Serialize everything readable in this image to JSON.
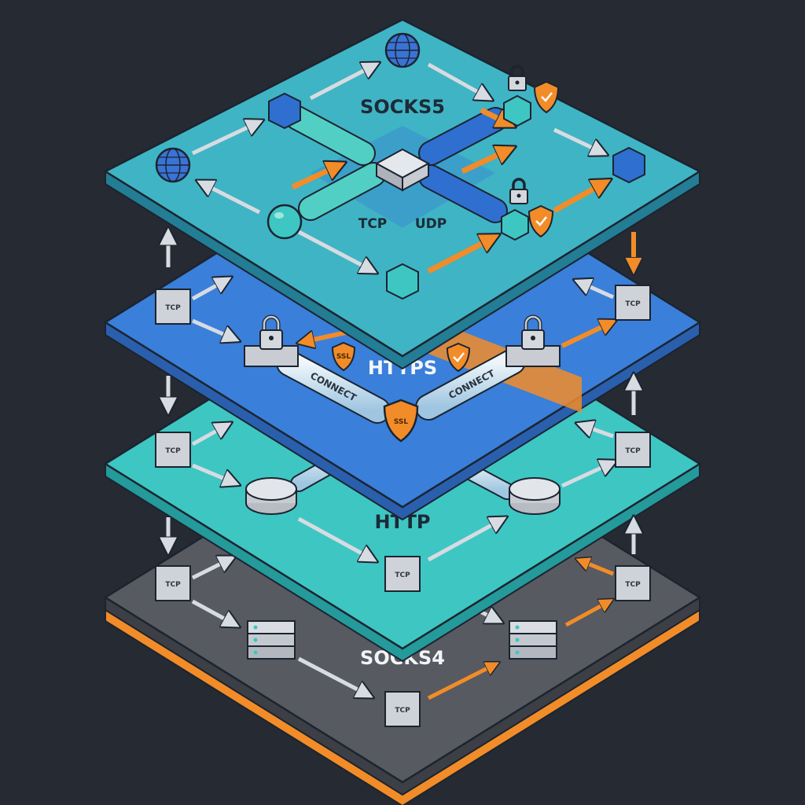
{
  "layers": {
    "socks5": {
      "label": "SOCKS5",
      "sub_left": "TCP",
      "sub_right": "UDP"
    },
    "https": {
      "label": "HTTPS",
      "tunnel_left": "CONNECT",
      "tunnel_right": "CONNECT",
      "badge": "SSL"
    },
    "http": {
      "label": "HTTP"
    },
    "socks4": {
      "label": "SOCKS4"
    }
  },
  "box_label": "TCP",
  "colors": {
    "background": "#262a33",
    "socks5_top": "#3fb4c4",
    "https_top": "#3a7fd9",
    "http_top": "#3ec6c3",
    "socks4_top": "#575a60",
    "accent_orange": "#f28c28",
    "arrow_gray": "#d7dbe2",
    "outline": "#1c2430"
  },
  "icons": [
    "globe-icon",
    "padlock-icon",
    "shield-check-icon",
    "ssl-shield-icon",
    "server-icon",
    "cube-icon",
    "sphere-icon",
    "arrow-icon"
  ]
}
